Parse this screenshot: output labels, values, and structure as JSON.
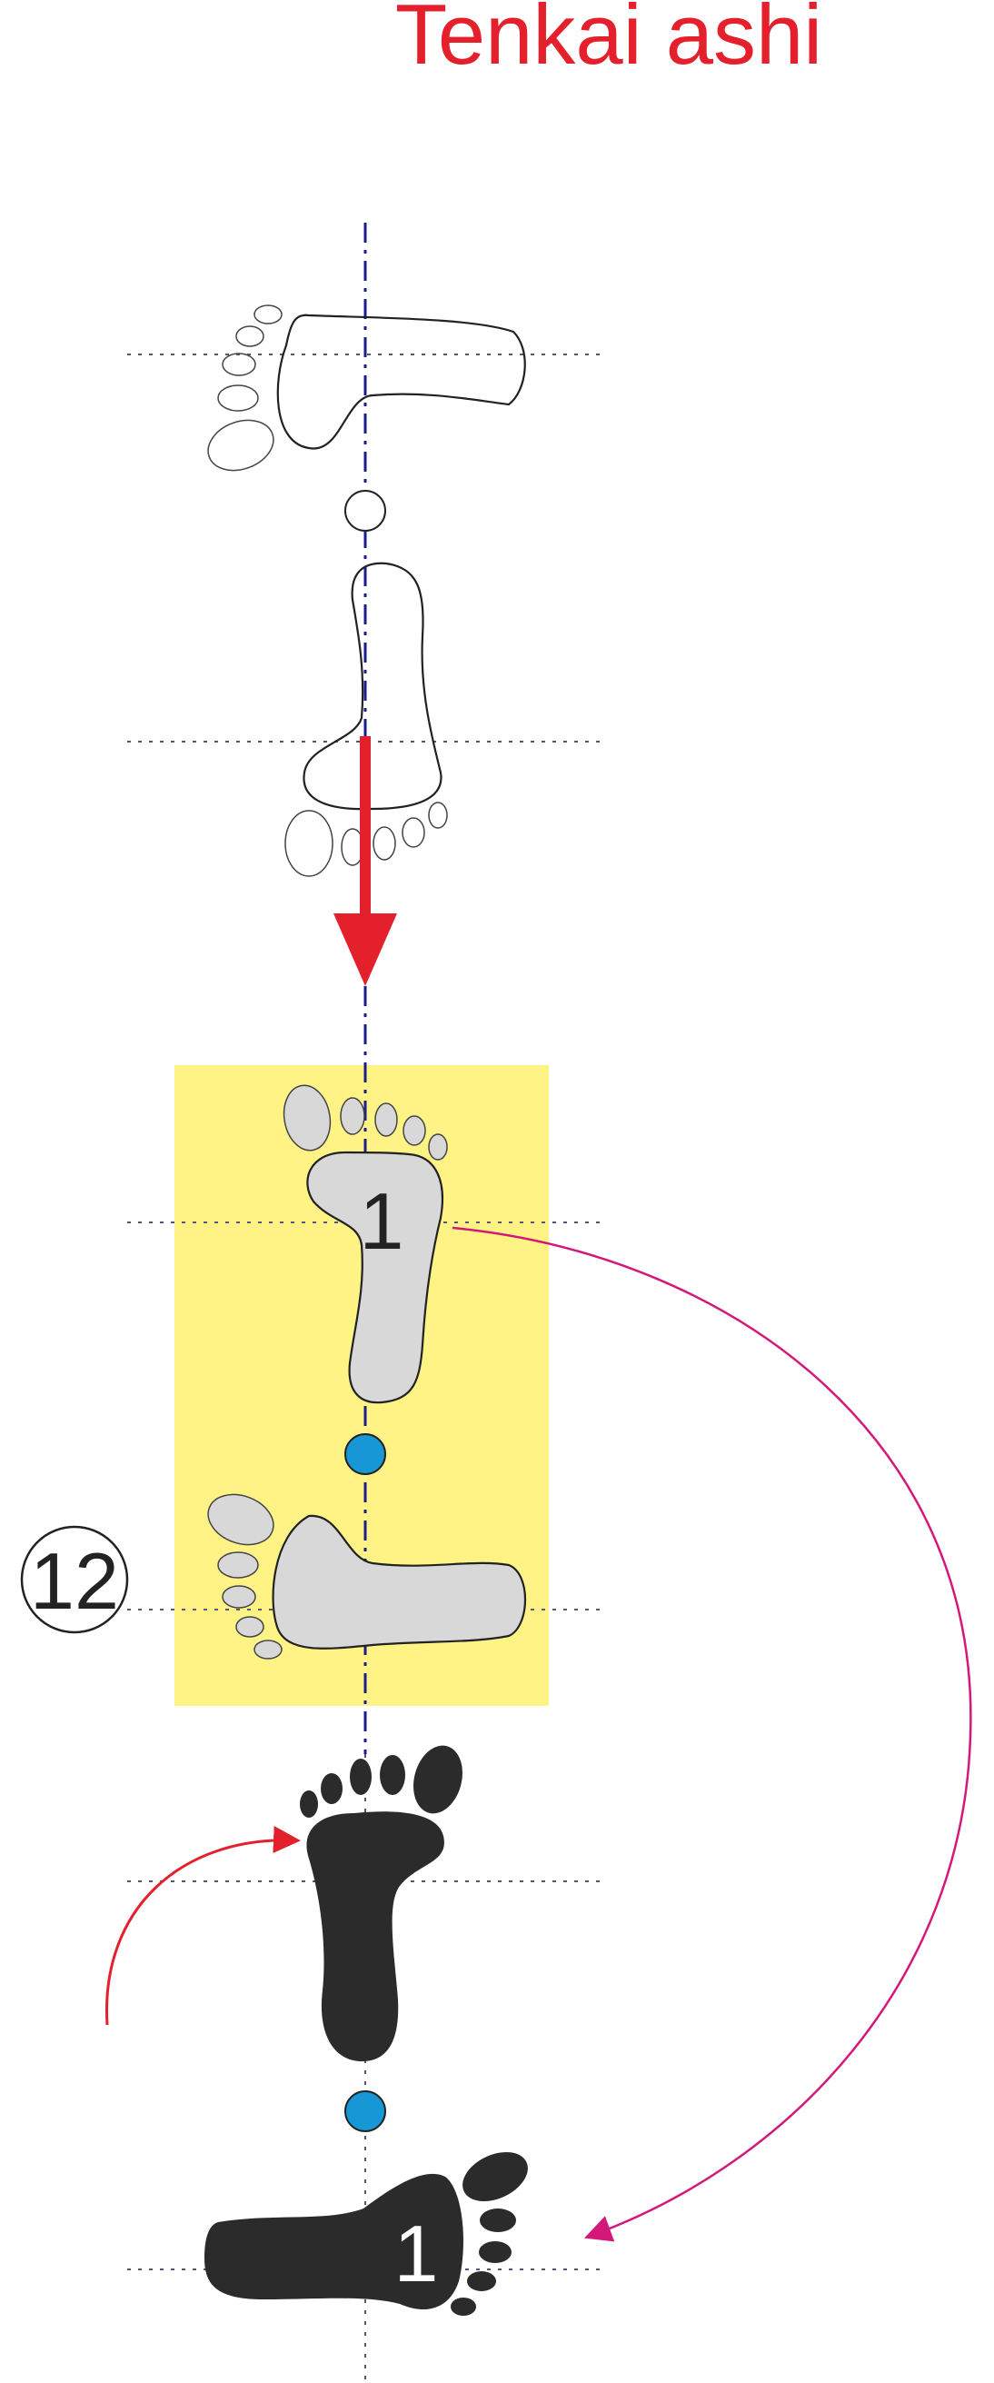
{
  "title": "Tenkai ashi",
  "step_label_main": "1",
  "step_label_end": "1",
  "count_badge": "12",
  "colors": {
    "title": "#e3202b",
    "axis_line": "#1c1c8c",
    "grid_line": "#555577",
    "highlight": "#fff386",
    "foot_grey": "#d8d8d8",
    "foot_dark": "#2b2b2b",
    "pivot_point": "#1797d6",
    "move_arrow": "#e3202b",
    "swing_arrow": "#d4187a"
  },
  "icons": {
    "foot_outline": "foot-outline-icon",
    "foot_grey": "foot-grey-icon",
    "foot_dark": "foot-dark-icon",
    "pivot": "pivot-dot-icon"
  }
}
